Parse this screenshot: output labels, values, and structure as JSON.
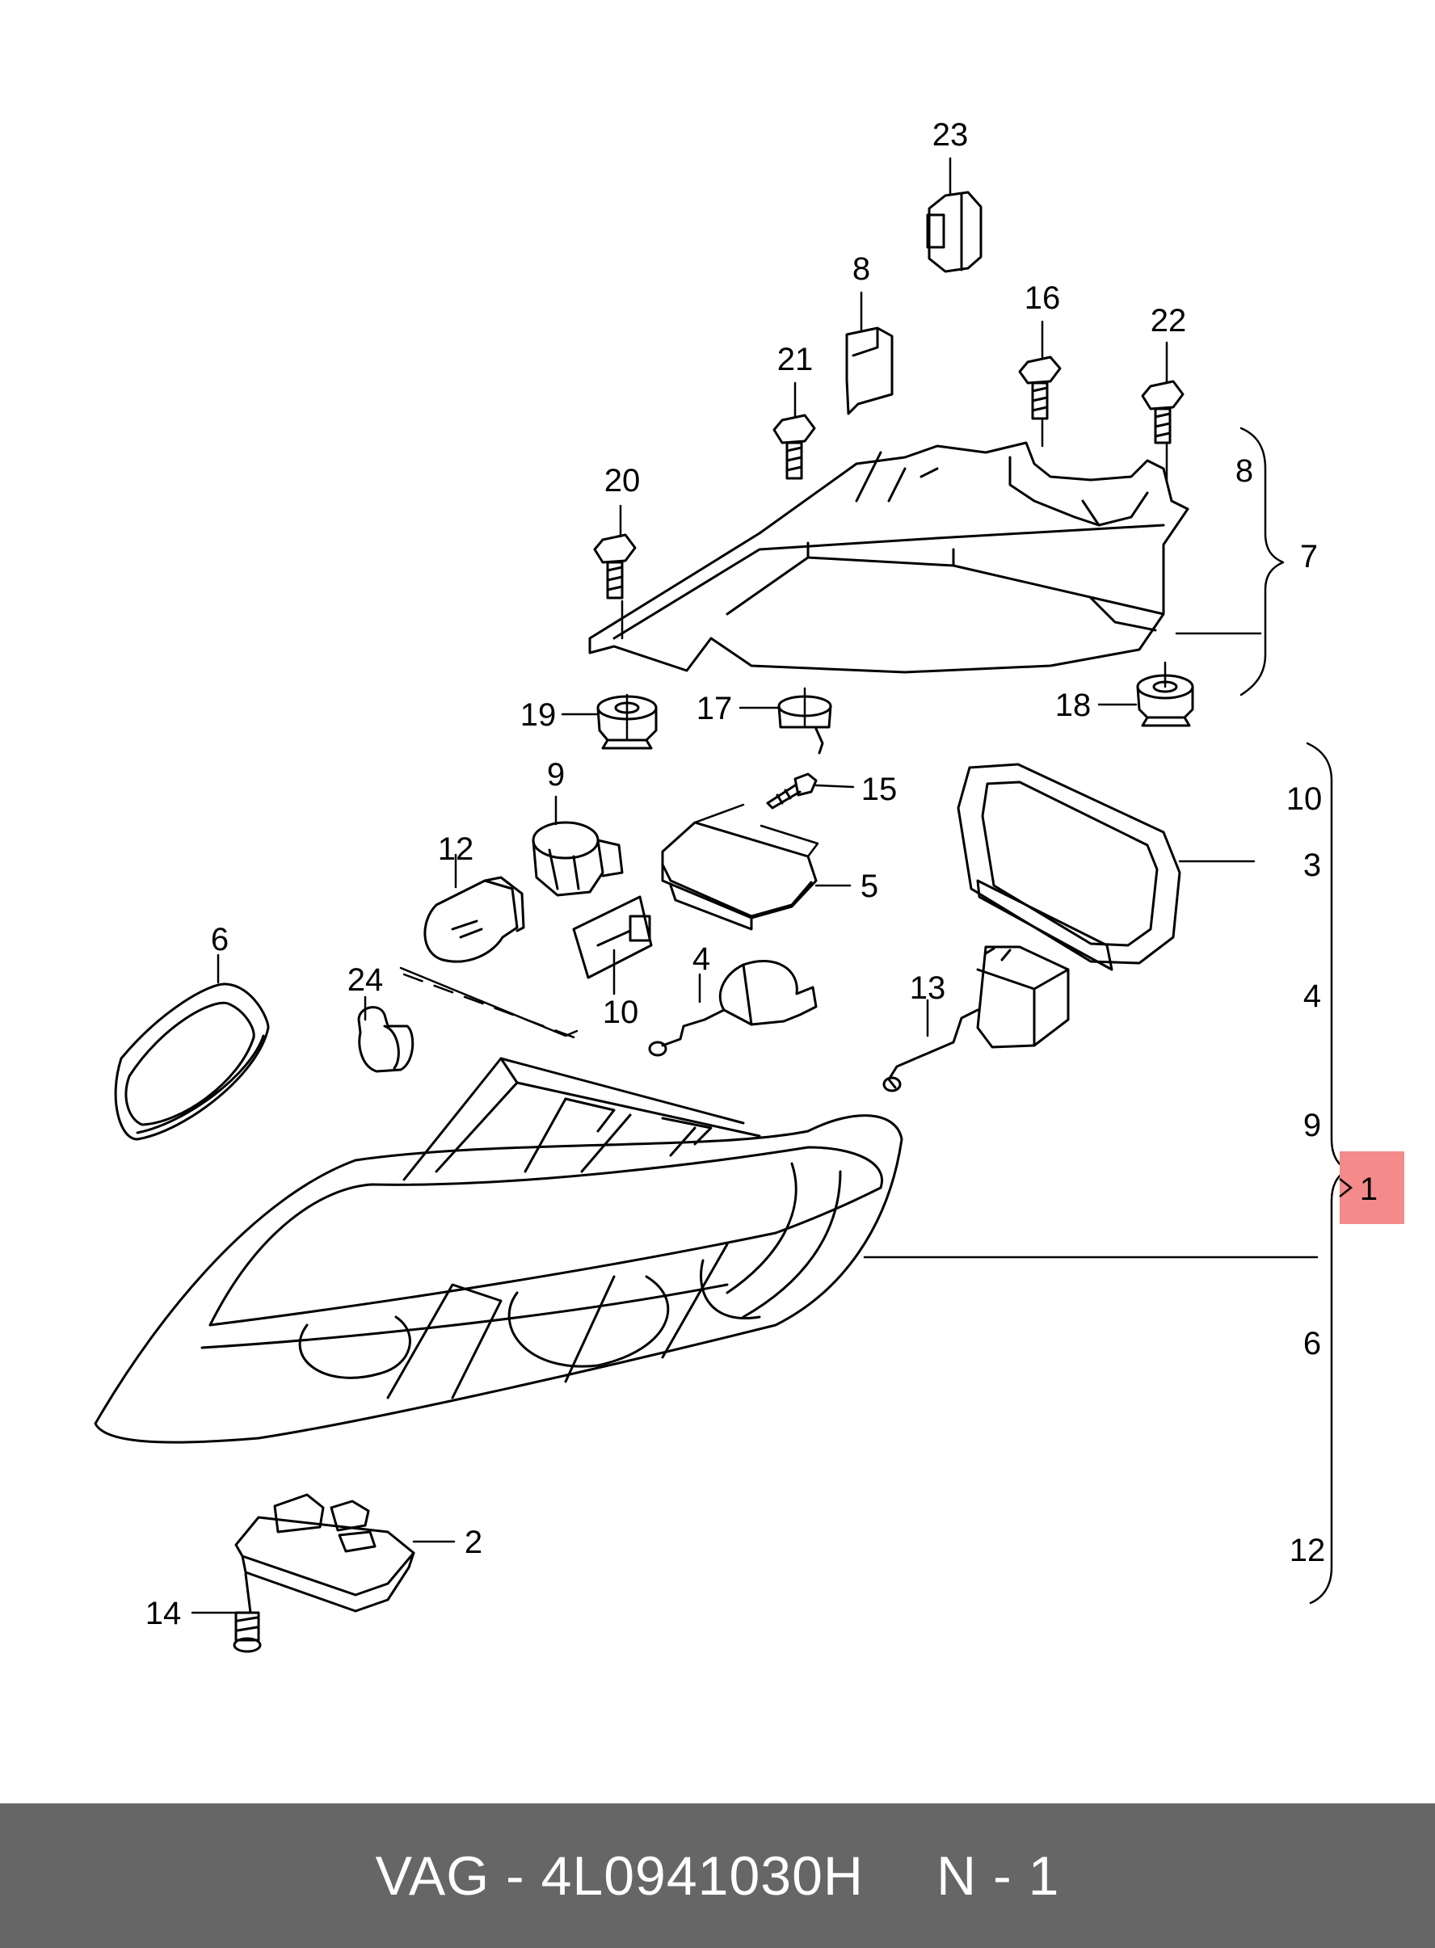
{
  "colors": {
    "footer_bg": "#666666",
    "footer_text": "#ffffff",
    "highlight": "#f48a8a",
    "line": "#000000"
  },
  "callouts": {
    "c23": "23",
    "c8_top": "8",
    "c16": "16",
    "c22": "22",
    "c21": "21",
    "c20": "20",
    "c8_right": "8",
    "c7": "7",
    "c19": "19",
    "c17": "17",
    "c18": "18",
    "c9_top": "9",
    "c15": "15",
    "c12_top": "12",
    "c5": "5",
    "c10_right": "10",
    "c3": "3",
    "c6_left": "6",
    "c24": "24",
    "c4_mid": "4",
    "c10_mid": "10",
    "c13": "13",
    "c4_right": "4",
    "c9_right": "9",
    "c1": "1",
    "c6_right": "6",
    "c12_right": "12",
    "c2": "2",
    "c14": "14"
  },
  "footer": {
    "part": "VAG - 4L0941030H",
    "ref": "N - 1"
  }
}
